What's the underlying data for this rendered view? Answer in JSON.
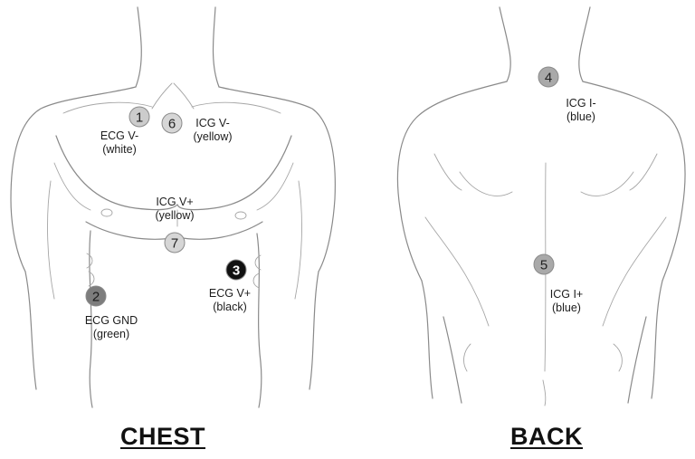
{
  "views": {
    "chest": {
      "caption": "CHEST"
    },
    "back": {
      "caption": "BACK"
    }
  },
  "electrodes": [
    {
      "id": "e1",
      "number": "1",
      "label_line1": "ECG V-",
      "label_line2": "(white)",
      "fill": "#cccccc",
      "text_color": "#222222"
    },
    {
      "id": "e6",
      "number": "6",
      "label_line1": "ICG V-",
      "label_line2": "(yellow)",
      "fill": "#d6d6d6",
      "text_color": "#222222"
    },
    {
      "id": "e7",
      "number": "7",
      "label_line1": "ICG V+",
      "label_line2": "(yellow)",
      "fill": "#d6d6d6",
      "text_color": "#222222"
    },
    {
      "id": "e3",
      "number": "3",
      "label_line1": "ECG V+",
      "label_line2": "(black)",
      "fill": "#111111",
      "text_color": "#ffffff"
    },
    {
      "id": "e2",
      "number": "2",
      "label_line1": "ECG GND",
      "label_line2": "(green)",
      "fill": "#7d7d7d",
      "text_color": "#1a1a1a"
    },
    {
      "id": "e4",
      "number": "4",
      "label_line1": "ICG I-",
      "label_line2": "(blue)",
      "fill": "#a9a9a9",
      "text_color": "#222222"
    },
    {
      "id": "e5",
      "number": "5",
      "label_line1": "ICG I+",
      "label_line2": "(blue)",
      "fill": "#a9a9a9",
      "text_color": "#222222"
    }
  ]
}
